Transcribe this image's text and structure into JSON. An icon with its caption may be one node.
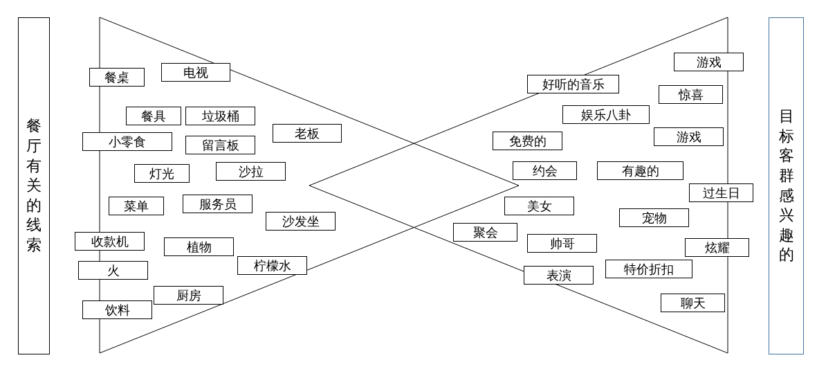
{
  "diagram": {
    "nodes": [
      {
        "text": [
          "餐厅有关的线索"
        ]
      },
      {
        "text": [
          "餐桌"
        ]
      },
      {
        "text": [
          "电视"
        ]
      },
      {
        "text": [
          "餐具"
        ]
      },
      {
        "text": [
          "垃圾桶"
        ]
      },
      {
        "text": [
          "小零食"
        ]
      },
      {
        "text": [
          "留言板"
        ]
      },
      {
        "text": [
          "老板"
        ]
      },
      {
        "text": [
          "灯光"
        ]
      },
      {
        "text": [
          "沙拉"
        ]
      },
      {
        "text": [
          "菜单"
        ]
      },
      {
        "text": [
          "服务员"
        ]
      },
      {
        "text": [
          "沙发坐"
        ]
      },
      {
        "text": [
          "收款机"
        ]
      },
      {
        "text": [
          "植物"
        ]
      },
      {
        "text": [
          "柠檬水"
        ]
      },
      {
        "text": [
          "火"
        ]
      },
      {
        "text": [
          "厨房"
        ]
      },
      {
        "text": [
          "饮料"
        ]
      },
      {
        "text": [
          "游戏"
        ]
      },
      {
        "text": [
          "好听的音乐"
        ]
      },
      {
        "text": [
          "惊喜"
        ]
      },
      {
        "text": [
          "娱乐八卦"
        ]
      },
      {
        "text": [
          "游戏"
        ]
      },
      {
        "text": [
          "免费的"
        ]
      },
      {
        "text": [
          "约会"
        ]
      },
      {
        "text": [
          "有趣的"
        ]
      },
      {
        "text": [
          "过生日"
        ]
      },
      {
        "text": [
          "美女"
        ]
      },
      {
        "text": [
          "宠物"
        ]
      },
      {
        "text": [
          "聚会"
        ]
      },
      {
        "text": [
          "帅哥"
        ]
      },
      {
        "text": [
          "炫耀"
        ]
      },
      {
        "text": [
          "特价折扣"
        ]
      },
      {
        "text": [
          "表演"
        ]
      },
      {
        "text": [
          "聊天"
        ]
      },
      {
        "text": [
          "目标客群感兴趣的"
        ]
      }
    ]
  }
}
